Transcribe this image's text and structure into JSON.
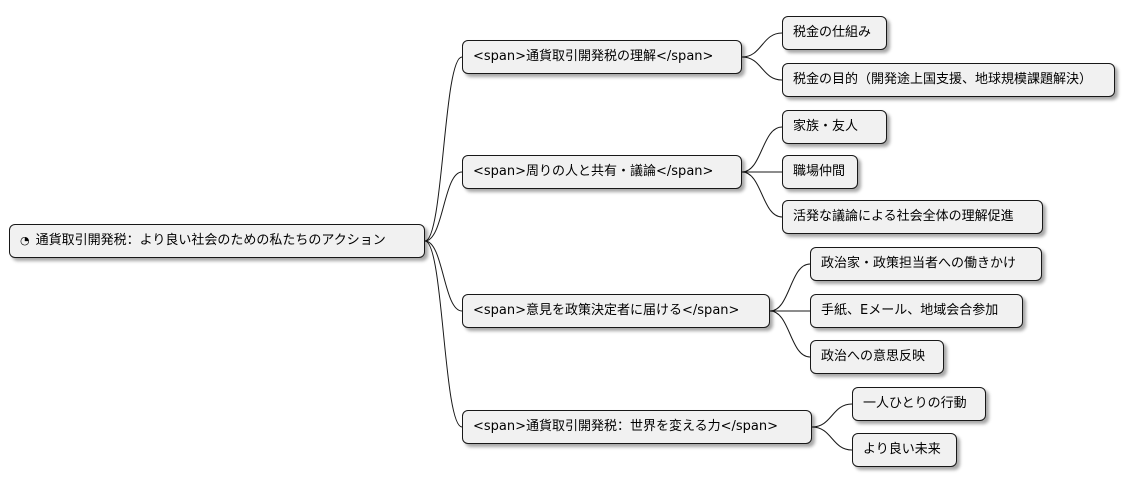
{
  "mindmap": {
    "root": {
      "icon": "clock-icon",
      "label": "通貨取引開発税：より良い社会のための私たちのアクション"
    },
    "branches": [
      {
        "label": "<span>通貨取引開発税の理解</span>",
        "children": [
          "税金の仕組み",
          "税金の目的（開発途上国支援、地球規模課題解決）"
        ]
      },
      {
        "label": "<span>周りの人と共有・議論</span>",
        "children": [
          "家族・友人",
          "職場仲間",
          "活発な議論による社会全体の理解促進"
        ]
      },
      {
        "label": "<span>意見を政策決定者に届ける</span>",
        "children": [
          "政治家・政策担当者への働きかけ",
          "手紙、Eメール、地域会合参加",
          "政治への意思反映"
        ]
      },
      {
        "label": "<span>通貨取引開発税：世界を変える力</span>",
        "children": [
          "一人ひとりの行動",
          "より良い未来"
        ]
      }
    ]
  }
}
